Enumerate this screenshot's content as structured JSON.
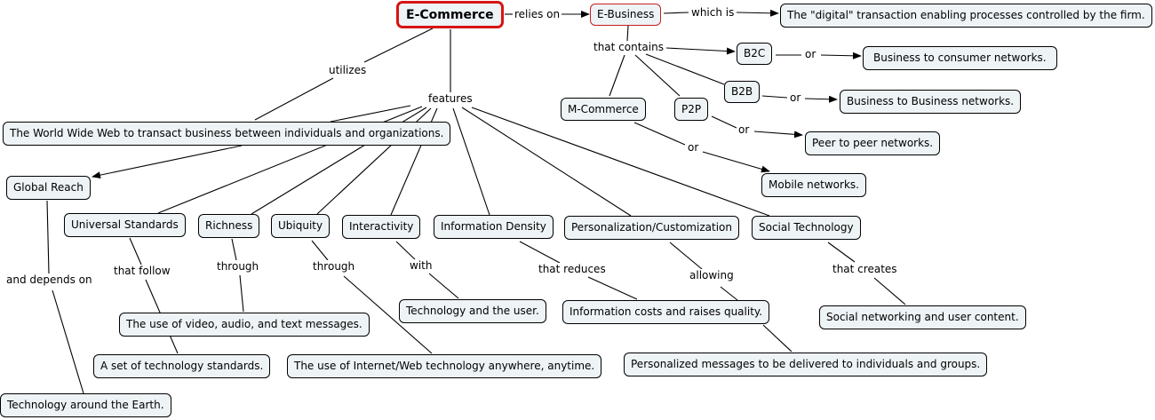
{
  "title": "E-Commerce concept map",
  "nodes": {
    "ecommerce": "E-Commerce",
    "ebusiness": "E-Business",
    "digital": "The \"digital\" transaction enabling processes controlled by the firm.",
    "b2c": "B2C",
    "b2b": "B2B",
    "p2p": "P2P",
    "mcommerce": "M-Commerce",
    "b2c_desc": "Business to consumer networks.",
    "b2b_desc": "Business to Business networks.",
    "p2p_desc": "Peer to peer networks.",
    "mobile_desc": "Mobile networks.",
    "www": "The World Wide Web to transact business between individuals and organizations.",
    "global_reach": "Global Reach",
    "universal_standards": "Universal Standards",
    "richness": "Richness",
    "ubiquity": "Ubiquity",
    "interactivity": "Interactivity",
    "information_density": "Information Density",
    "personalization": "Personalization/Customization",
    "social_technology": "Social Technology",
    "tech_earth": "Technology around the Earth.",
    "tech_standards": "A set of technology standards.",
    "video_audio": "The use of video, audio, and text messages.",
    "internet_anywhere": "The use of Internet/Web technology anywhere, anytime.",
    "tech_user": "Technology and the user.",
    "info_costs": "Information costs and raises quality.",
    "personalized_msgs": "Personalized messages to be delivered to individuals and groups.",
    "social_networking": "Social networking and user content."
  },
  "links": {
    "relies_on": "relies on",
    "which_is": "which is",
    "that_contains": "that contains",
    "or_b2c": "or",
    "or_b2b": "or",
    "or_p2p": "or",
    "or_mobile": "or",
    "utilizes": "utilizes",
    "features": "features",
    "and_depends_on": "and depends on",
    "that_follow": "that follow",
    "through_richness": "through",
    "through_ubiquity": "through",
    "with": "with",
    "that_reduces": "that reduces",
    "allowing": "allowing",
    "that_creates": "that creates"
  },
  "colors": {
    "root_border": "#d71414",
    "ebusiness_border": "#c62020",
    "node_fill": "#eef3f6"
  }
}
